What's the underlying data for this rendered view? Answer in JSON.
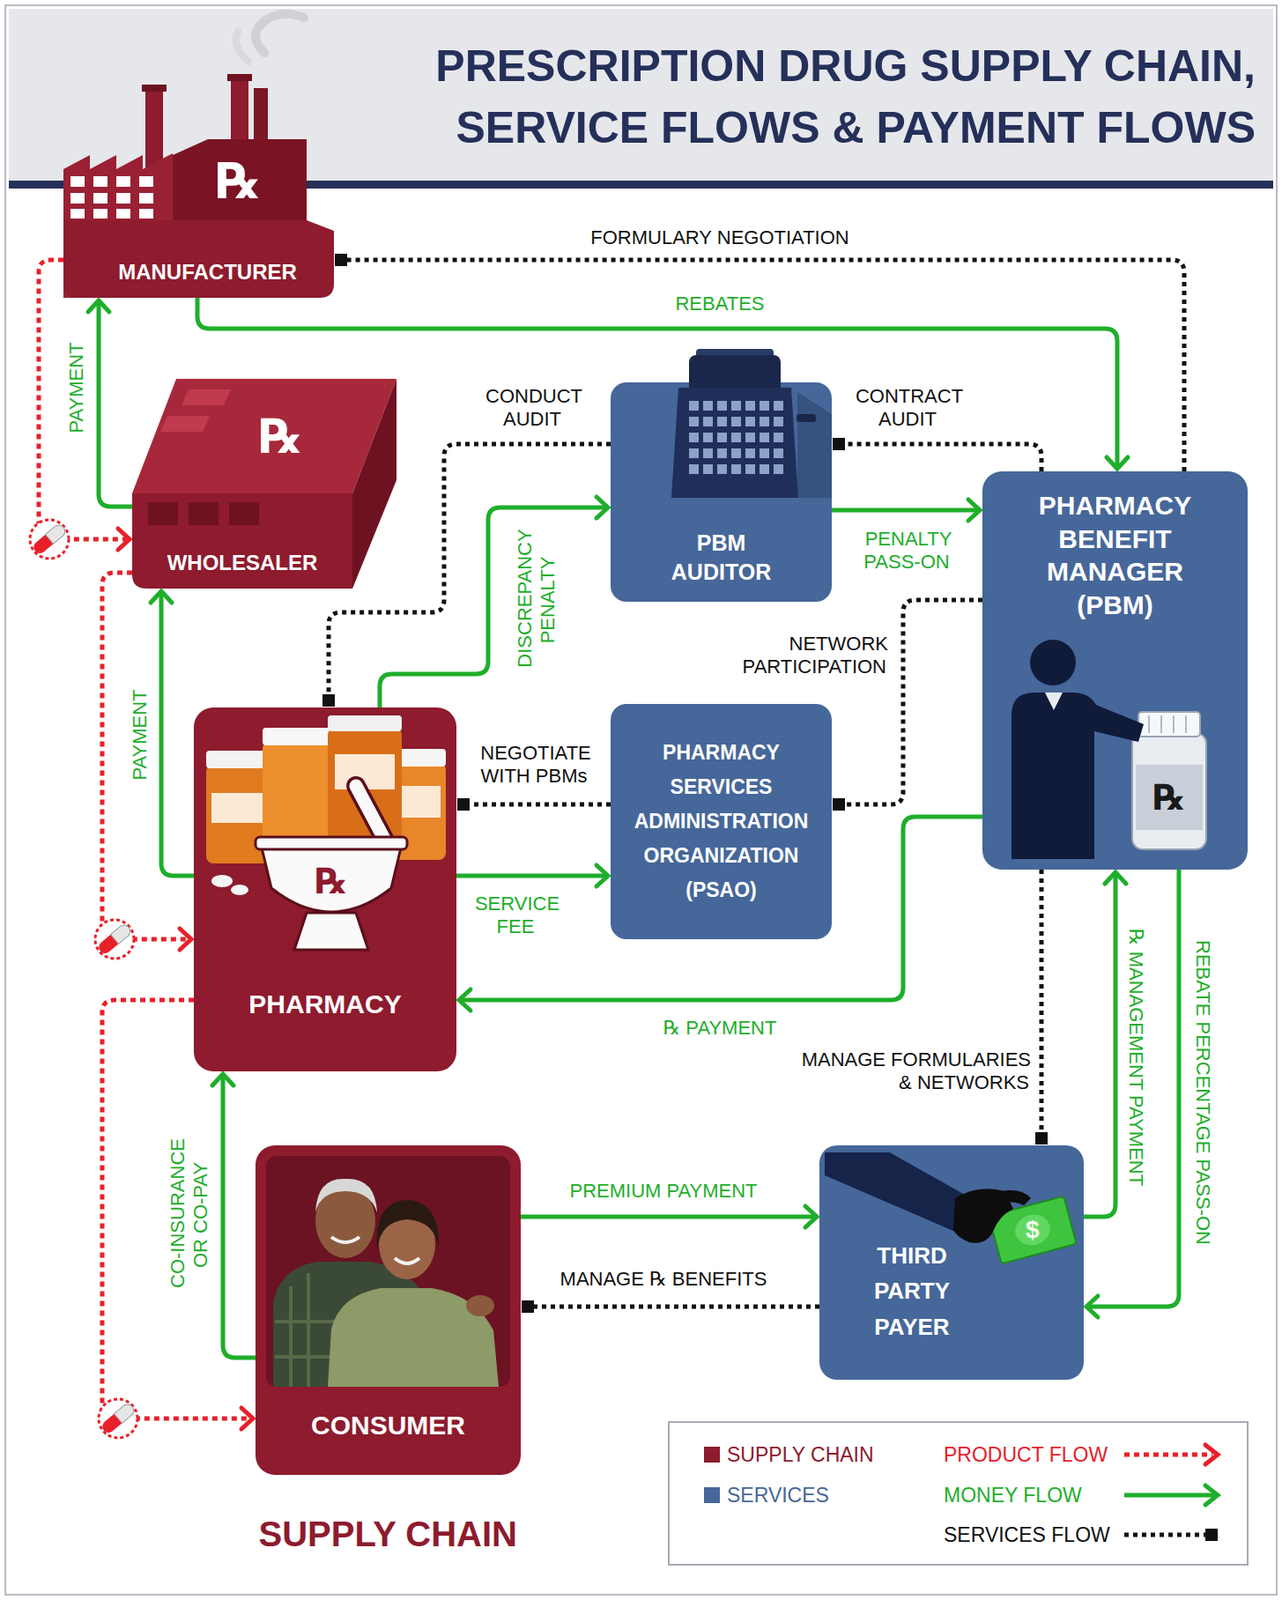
{
  "diagram": {
    "title": "PRESCRIPTION DRUG SUPPLY CHAIN, SERVICE FLOWS & PAYMENT FLOWS",
    "nodes": [
      {
        "text": [
          "MANUFACTURER"
        ]
      },
      {
        "text": [
          "WHOLESALER"
        ]
      },
      {
        "text": [
          "PBM AUDITOR"
        ]
      },
      {
        "text": [
          "PHARMACY BENEFIT MANAGER (PBM)"
        ]
      },
      {
        "text": [
          "PHARMACY"
        ]
      },
      {
        "text": [
          "PHARMACY SERVICES ADMINISTRATION ORGANIZATION (PSAO)"
        ]
      },
      {
        "text": [
          "CONSUMER"
        ]
      },
      {
        "text": [
          "THIRD PARTY PAYER"
        ]
      }
    ],
    "edges": [
      {
        "from": 3,
        "to": 0,
        "label": "FORMULARY NEGOTIATION",
        "arrow": "to"
      },
      {
        "from": 0,
        "to": 3,
        "label": "REBATES",
        "arrow": "to"
      },
      {
        "from": 1,
        "to": 0,
        "label": "PAYMENT",
        "arrow": "to"
      },
      {
        "from": 0,
        "to": 1,
        "arrow": "to"
      },
      {
        "from": 2,
        "to": 4,
        "label": "CONDUCT AUDIT",
        "arrow": "to"
      },
      {
        "from": 3,
        "to": 2,
        "label": "CONTRACT AUDIT",
        "arrow": "to"
      },
      {
        "from": 4,
        "to": 2,
        "label": "DISCREPANCY PENALTY",
        "arrow": "to"
      },
      {
        "from": 2,
        "to": 3,
        "label": "PENALTY PASS-ON",
        "arrow": "to"
      },
      {
        "from": 3,
        "to": 5,
        "label": "NETWORK PARTICIPATION",
        "arrow": "to"
      },
      {
        "from": 5,
        "to": 4,
        "label": "NEGOTIATE WITH PBMs",
        "arrow": "to"
      },
      {
        "from": 4,
        "to": 5,
        "label": "SERVICE FEE",
        "arrow": "to"
      },
      {
        "from": 3,
        "to": 4,
        "label": "℞ PAYMENT",
        "arrow": "to"
      },
      {
        "from": 4,
        "to": 1,
        "label": "PAYMENT",
        "arrow": "to"
      },
      {
        "from": 1,
        "to": 4,
        "arrow": "to"
      },
      {
        "from": 4,
        "to": 6,
        "arrow": "to"
      },
      {
        "from": 6,
        "to": 4,
        "label": "CO-INSURANCE OR CO-PAY",
        "arrow": "to"
      },
      {
        "from": 6,
        "to": 7,
        "label": "PREMIUM PAYMENT",
        "arrow": "to"
      },
      {
        "from": 7,
        "to": 6,
        "label": "MANAGE ℞ BENEFITS",
        "arrow": "to"
      },
      {
        "from": 3,
        "to": 7,
        "label": "MANAGE FORMULARIES & NETWORKS",
        "arrow": "to"
      },
      {
        "from": 7,
        "to": 3,
        "label": "℞ MANAGEMENT PAYMENT",
        "arrow": "to"
      },
      {
        "from": 3,
        "to": 7,
        "label": "REBATE PERCENTAGE PASS-ON",
        "arrow": "to"
      }
    ],
    "labels": [
      "℞",
      "℞",
      "℞",
      "℞",
      "$",
      "SUPPLY CHAIN"
    ],
    "legend": [
      {
        "text": "SUPPLY CHAIN",
        "color": "#8e1b2e"
      },
      {
        "text": "PRODUCT FLOW"
      },
      {
        "text": "SERVICES",
        "color": "#46679a"
      },
      {
        "text": "MONEY FLOW"
      },
      {
        "text": "SERVICES FLOW"
      }
    ]
  }
}
